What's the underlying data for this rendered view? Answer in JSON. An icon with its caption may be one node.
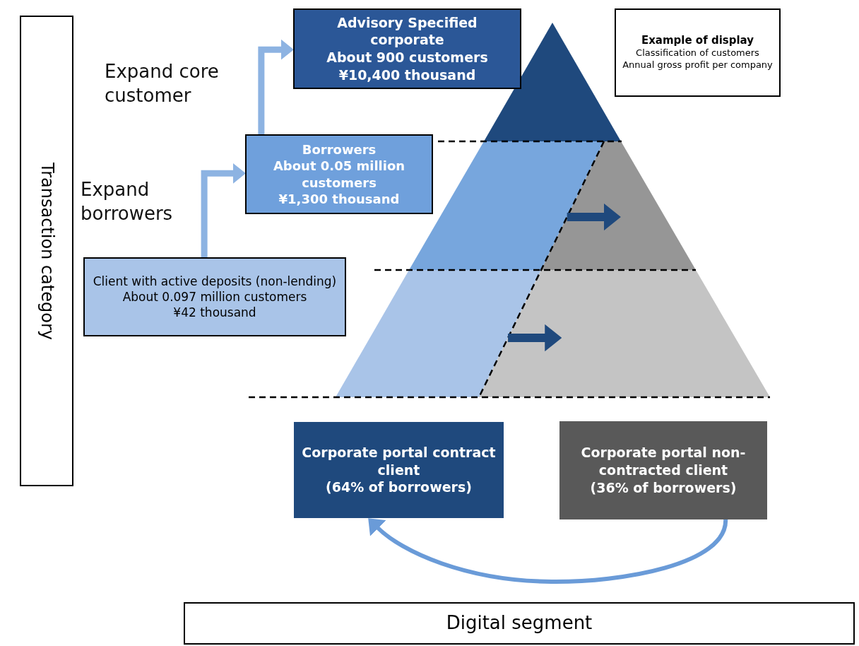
{
  "diagram": {
    "nodes": [
      {
        "text": [
          "Transaction category"
        ]
      },
      {
        "text": [
          "Advisory Specified corporate",
          "About 900 customers",
          "¥10,400 thousand"
        ]
      },
      {
        "text": [
          "Example of display",
          "Classification of customers",
          "Annual gross profit per company"
        ]
      },
      {
        "text": [],
        "shape": "triangle"
      },
      {
        "text": [
          "Borrowers",
          "About 0.05 million customers",
          "¥1,300 thousand"
        ]
      },
      {
        "text": [],
        "shape": "band"
      },
      {
        "text": [],
        "shape": "band"
      },
      {
        "text": [
          "Client with active deposits (non-lending)",
          "About 0.097 million customers",
          "¥42 thousand"
        ]
      },
      {
        "text": [],
        "shape": "band"
      },
      {
        "text": [],
        "shape": "band"
      },
      {
        "text": [
          "Corporate portal contract client",
          "(64% of borrowers)"
        ]
      },
      {
        "text": [
          "Corporate portal non-contracted client",
          "(36% of borrowers)"
        ]
      },
      {
        "text": [
          "Digital segment"
        ]
      }
    ],
    "edges": [
      {
        "from": 7,
        "to": 4,
        "arrow": "to",
        "label": "Expand borrowers"
      },
      {
        "from": 4,
        "to": 1,
        "arrow": "to",
        "label": "Expand core customer"
      },
      {
        "from": 5,
        "to": 6,
        "arrow": "to",
        "color": "#1f497d"
      },
      {
        "from": 8,
        "to": 9,
        "arrow": "to",
        "color": "#1f497d"
      },
      {
        "from": 11,
        "to": 10,
        "arrow": "to"
      }
    ]
  }
}
